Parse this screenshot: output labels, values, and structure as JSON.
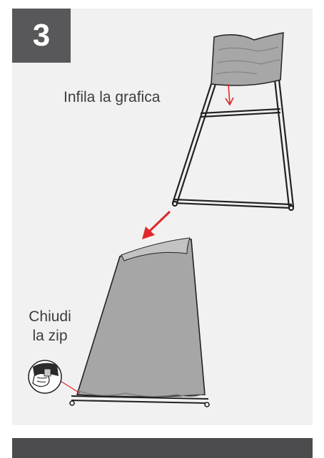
{
  "step": {
    "number": "3"
  },
  "captions": {
    "insert_graphic": "Infila la grafica",
    "close_zip_line1": "Chiudi",
    "close_zip_line2": "la zip"
  },
  "colors": {
    "panel_bg": "#f1f1f1",
    "badge_bg": "#58585b",
    "fabric": "#a6a6a6",
    "arrow": "#e0282a",
    "frame": "#222222"
  },
  "icons": [
    "frame-illustration",
    "fabric-cover",
    "down-arrow-icon",
    "diagonal-arrow-icon",
    "zip-detail-icon"
  ]
}
